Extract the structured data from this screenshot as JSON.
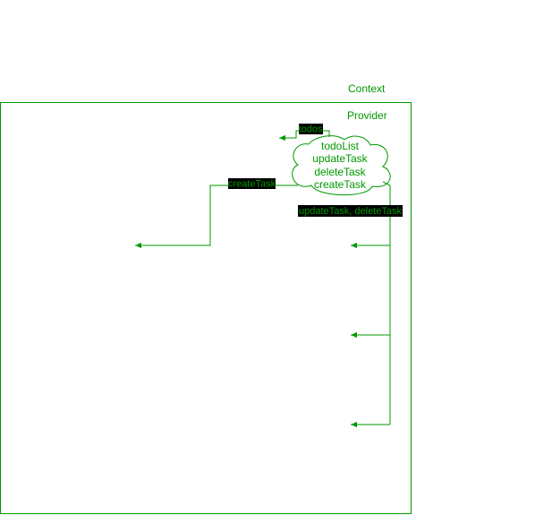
{
  "colors": {
    "stroke": "#009900",
    "text": "#009900",
    "tag_background": "#000000"
  },
  "labels": {
    "context": "Context",
    "provider": "Provider"
  },
  "cloud": {
    "lines": [
      "todoList",
      "updateTask",
      "deleteTask",
      "createTask"
    ]
  },
  "edges": {
    "todos": "todos",
    "create_task": "createTask",
    "update_delete": "updateTask, deleteTask"
  }
}
